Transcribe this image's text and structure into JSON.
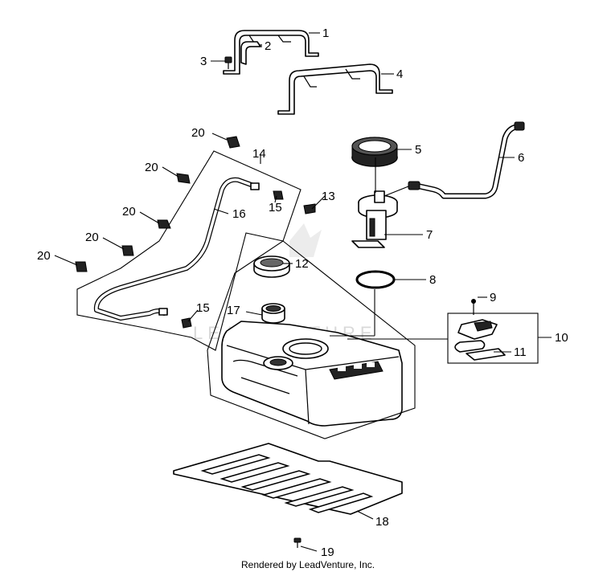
{
  "watermark": "LEADVENTURE",
  "footer": "Rendered by LeadVenture, Inc.",
  "callouts": {
    "c1": "1",
    "c2": "2",
    "c3": "3",
    "c4": "4",
    "c5": "5",
    "c6": "6",
    "c7": "7",
    "c8": "8",
    "c9": "9",
    "c10": "10",
    "c11": "11",
    "c12": "12",
    "c13": "13",
    "c14": "14",
    "c15a": "15",
    "c15b": "15",
    "c16": "16",
    "c17": "17",
    "c18": "18",
    "c19": "19",
    "c20a": "20",
    "c20b": "20",
    "c20c": "20",
    "c20d": "20",
    "c20e": "20"
  }
}
